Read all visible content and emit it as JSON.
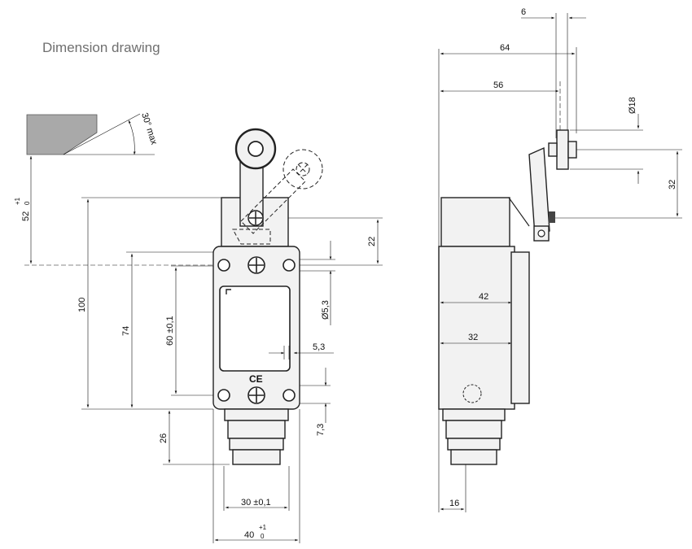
{
  "title": "Dimension drawing",
  "colors": {
    "housing": "#f2f2f2",
    "shade": "#a9a9a9",
    "line": "#1a1a1a",
    "title": "#6f6f6f"
  },
  "labels": {
    "angle": "30° max",
    "d52": "52",
    "d52_tol_up": "+1",
    "d52_tol_low": "0",
    "d100": "100",
    "d74": "74",
    "d60": "60 ±0,1",
    "d22": "22",
    "d5_3_hole": "Ø5,3",
    "d5_3": "5,3",
    "d7_3": "7,3",
    "d26": "26",
    "d30": "30 ±0,1",
    "d40": "40",
    "d40_tol_up": "+1",
    "d40_tol_low": "0",
    "d6": "6",
    "d64": "64",
    "d56": "56",
    "d18": "Ø18",
    "d32_side": "32",
    "d42": "42",
    "d32": "32",
    "d16": "16",
    "ce": "CE"
  }
}
